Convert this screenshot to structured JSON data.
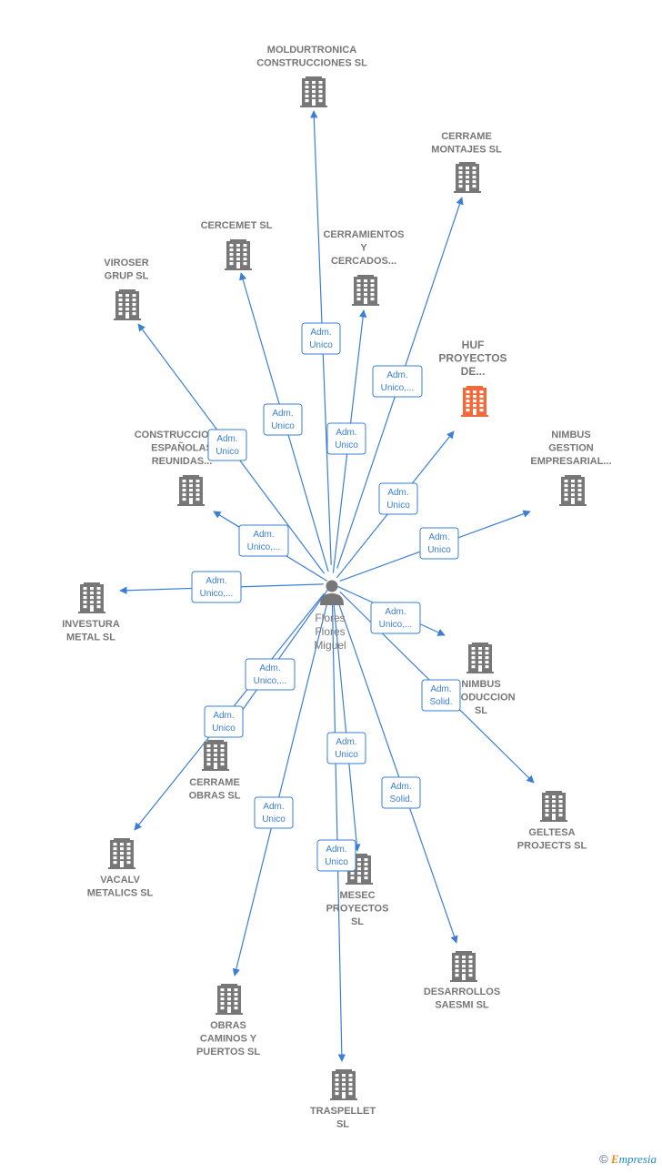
{
  "colors": {
    "edge": "#3a7fd5",
    "building": "#777777",
    "highlight": "#f26a3a"
  },
  "person": {
    "name_lines": [
      "Flores",
      "Flores",
      "Miguel"
    ],
    "icon": "person-icon"
  },
  "companies": [
    {
      "id": "moldurtronica",
      "lines": [
        "MOLDURTRONICA",
        "CONSTRUCCIONES SL"
      ],
      "highlight": false
    },
    {
      "id": "cerrame-montajes",
      "lines": [
        "CERRAME",
        "MONTAJES SL"
      ],
      "highlight": false
    },
    {
      "id": "cercemet",
      "lines": [
        "CERCEMET SL"
      ],
      "highlight": false
    },
    {
      "id": "cerramientos",
      "lines": [
        "CERRAMIENTOS",
        "Y",
        "CERCADOS..."
      ],
      "highlight": false
    },
    {
      "id": "viroser",
      "lines": [
        "VIROSER",
        "GRUP SL"
      ],
      "highlight": false
    },
    {
      "id": "huf",
      "lines": [
        "HUF",
        "PROYECTOS",
        "DE..."
      ],
      "highlight": true
    },
    {
      "id": "construcciones-espanolas",
      "lines": [
        "CONSTRUCCIONES",
        "ESPAÑOLAS",
        "REUNIDAS..."
      ],
      "highlight": false
    },
    {
      "id": "nimbus-gestion",
      "lines": [
        "NIMBUS",
        "GESTION",
        "EMPRESARIAL..."
      ],
      "highlight": false
    },
    {
      "id": "investura",
      "lines": [
        "INVESTURA",
        "METAL SL"
      ],
      "highlight": false
    },
    {
      "id": "nimbus-produccion",
      "lines": [
        "NIMBUS",
        "PRODUCCION",
        "SL"
      ],
      "highlight": false
    },
    {
      "id": "cerrame-obras",
      "lines": [
        "CERRAME",
        "OBRAS SL"
      ],
      "highlight": false
    },
    {
      "id": "geltesa",
      "lines": [
        "GELTESA",
        "PROJECTS SL"
      ],
      "highlight": false
    },
    {
      "id": "vacalv",
      "lines": [
        "VACALV",
        "METALICS SL"
      ],
      "highlight": false
    },
    {
      "id": "mesec",
      "lines": [
        "MESEC",
        "PROYECTOS",
        "SL"
      ],
      "highlight": false
    },
    {
      "id": "desarrollos",
      "lines": [
        "DESARROLLOS",
        "SAESMI SL"
      ],
      "highlight": false
    },
    {
      "id": "obras-caminos",
      "lines": [
        "OBRAS",
        "CAMINOS Y",
        "PUERTOS SL"
      ],
      "highlight": false
    },
    {
      "id": "traspellet",
      "lines": [
        "TRASPELLET",
        "SL"
      ],
      "highlight": false
    }
  ],
  "relations": [
    {
      "target": "moldurtronica",
      "lines": [
        "Adm.",
        "Unico"
      ]
    },
    {
      "target": "cerrame-montajes",
      "lines": [
        "Adm.",
        "Unico,..."
      ]
    },
    {
      "target": "cercemet",
      "lines": [
        "Adm.",
        "Unico"
      ]
    },
    {
      "target": "cerramientos",
      "lines": [
        "Adm.",
        "Unico"
      ]
    },
    {
      "target": "viroser",
      "lines": [
        "Adm.",
        "Unico"
      ]
    },
    {
      "target": "huf",
      "lines": [
        "Adm.",
        "Unico"
      ]
    },
    {
      "target": "construcciones-espanolas",
      "lines": [
        "Adm.",
        "Unico,..."
      ]
    },
    {
      "target": "nimbus-gestion",
      "lines": [
        "Adm.",
        "Unico"
      ]
    },
    {
      "target": "investura",
      "lines": [
        "Adm.",
        "Unico,..."
      ]
    },
    {
      "target": "nimbus-produccion",
      "lines": [
        "Adm.",
        "Unico,..."
      ]
    },
    {
      "target": "cerrame-obras",
      "lines": [
        "Adm.",
        "Unico"
      ]
    },
    {
      "target": "geltesa",
      "lines": [
        "Adm.",
        "Solid."
      ]
    },
    {
      "target": "vacalv",
      "lines": [
        "Adm.",
        "Unico,..."
      ]
    },
    {
      "target": "mesec",
      "lines": [
        "Adm.",
        "Unico"
      ]
    },
    {
      "target": "desarrollos",
      "lines": [
        "Adm.",
        "Solid."
      ]
    },
    {
      "target": "obras-caminos",
      "lines": [
        "Adm.",
        "Unico"
      ]
    },
    {
      "target": "traspellet",
      "lines": [
        "Adm.",
        "Unico"
      ]
    }
  ],
  "credit": {
    "copyright": "©",
    "brand_initial": "E",
    "brand_rest": "mpresia"
  }
}
